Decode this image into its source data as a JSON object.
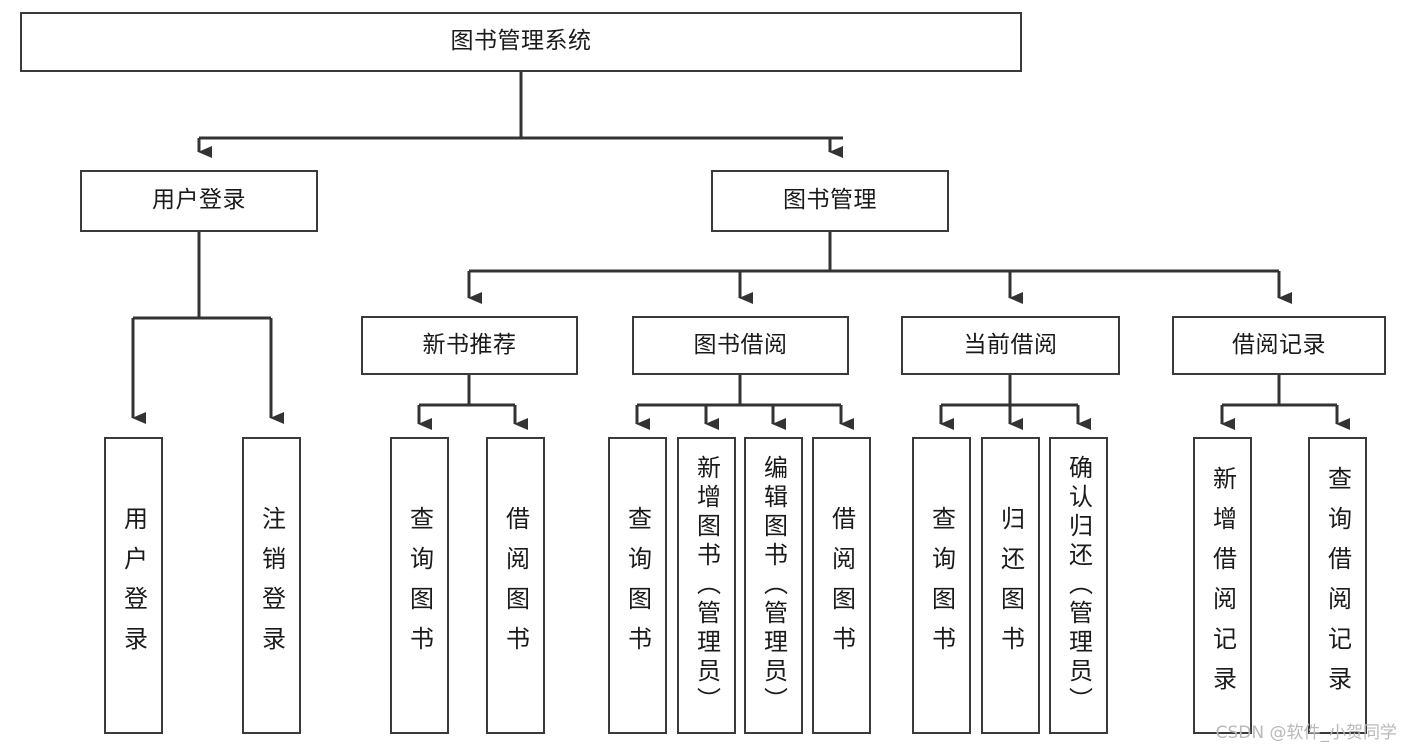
{
  "diagram": {
    "title": "图书管理系统",
    "type": "tree-hierarchy-chart",
    "root": {
      "label": "图书管理系统"
    },
    "level2": [
      {
        "label": "用户登录"
      },
      {
        "label": "图书管理"
      }
    ],
    "level3": [
      {
        "label": "新书推荐"
      },
      {
        "label": "图书借阅"
      },
      {
        "label": "当前借阅"
      },
      {
        "label": "借阅记录"
      }
    ],
    "leaves": {
      "user_login": [
        {
          "label": "用户登录"
        },
        {
          "label": "注销登录"
        }
      ],
      "new_book_recommend": [
        {
          "label": "查询图书"
        },
        {
          "label": "借阅图书"
        }
      ],
      "book_borrow": [
        {
          "label": "查询图书"
        },
        {
          "label": "新增图书（管理员）"
        },
        {
          "label": "编辑图书（管理员）"
        },
        {
          "label": "借阅图书"
        }
      ],
      "current_borrow": [
        {
          "label": "查询图书"
        },
        {
          "label": "归还图书"
        },
        {
          "label": "确认归还（管理员）"
        }
      ],
      "borrow_record": [
        {
          "label": "新增借阅记录"
        },
        {
          "label": "查询借阅记录"
        }
      ]
    }
  },
  "watermark": {
    "text": "CSDN @软件_小贺同学"
  },
  "colors": {
    "border": "#3a3a3a",
    "text": "#1a1a1a",
    "background": "#ffffff",
    "connector": "#333333",
    "watermark": "#b9b9b9"
  }
}
